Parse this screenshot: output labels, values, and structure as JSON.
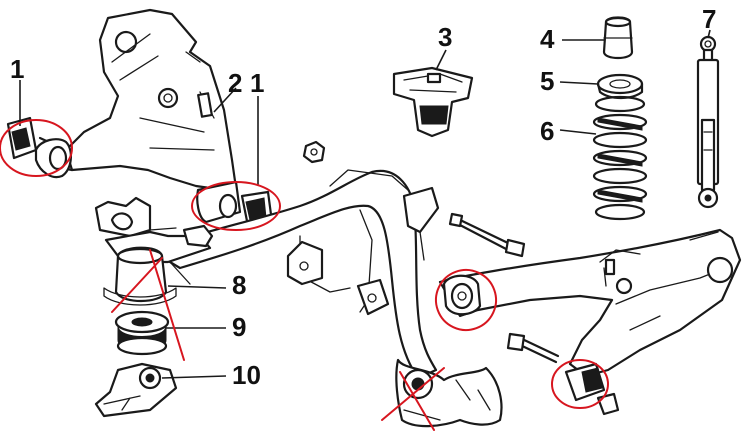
{
  "callouts": [
    {
      "id": "1a",
      "label": "1"
    },
    {
      "id": "1b",
      "label": "1"
    },
    {
      "id": "2",
      "label": "2"
    },
    {
      "id": "3",
      "label": "3"
    },
    {
      "id": "4",
      "label": "4"
    },
    {
      "id": "5",
      "label": "5"
    },
    {
      "id": "6",
      "label": "6"
    },
    {
      "id": "7",
      "label": "7"
    },
    {
      "id": "8",
      "label": "8"
    },
    {
      "id": "9",
      "label": "9"
    },
    {
      "id": "10",
      "label": "10"
    }
  ],
  "colors": {
    "ink": "#1a1a1a",
    "markup_red": "#d7161f",
    "background": "#ffffff"
  },
  "markup": {
    "circled_bushings": 4,
    "crossed_out_parts": 2
  }
}
